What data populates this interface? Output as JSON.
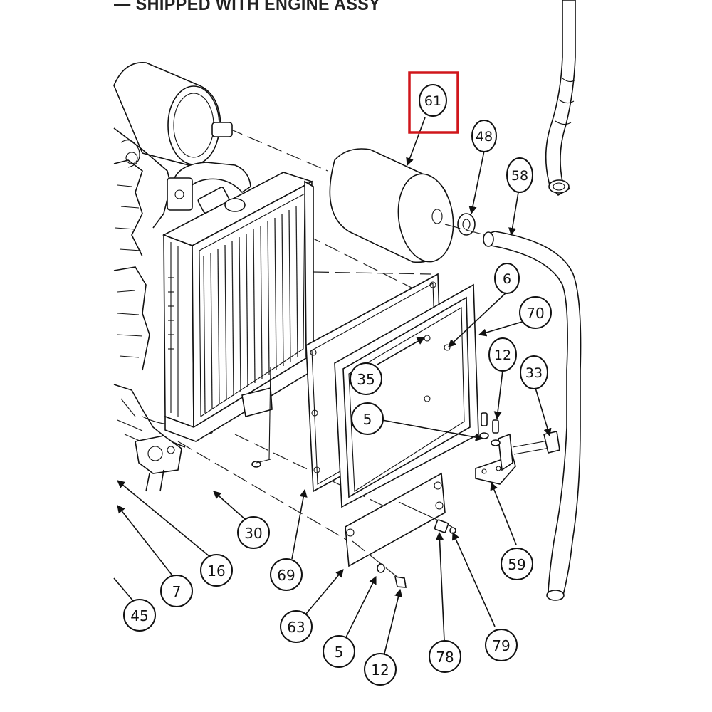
{
  "header": {
    "text": "— SHIPPED WITH ENGINE ASSY"
  },
  "highlight": {
    "color": "#d0161b",
    "part": "61"
  },
  "callouts": [
    {
      "id": "61",
      "label": "61"
    },
    {
      "id": "48",
      "label": "48"
    },
    {
      "id": "58",
      "label": "58"
    },
    {
      "id": "6",
      "label": "6"
    },
    {
      "id": "70",
      "label": "70"
    },
    {
      "id": "12a",
      "label": "12"
    },
    {
      "id": "33",
      "label": "33"
    },
    {
      "id": "35",
      "label": "35"
    },
    {
      "id": "5a",
      "label": "5"
    },
    {
      "id": "30",
      "label": "30"
    },
    {
      "id": "16",
      "label": "16"
    },
    {
      "id": "7",
      "label": "7"
    },
    {
      "id": "45",
      "label": "45"
    },
    {
      "id": "69",
      "label": "69"
    },
    {
      "id": "63",
      "label": "63"
    },
    {
      "id": "5b",
      "label": "5"
    },
    {
      "id": "12b",
      "label": "12"
    },
    {
      "id": "78",
      "label": "78"
    },
    {
      "id": "79",
      "label": "79"
    },
    {
      "id": "59",
      "label": "59"
    }
  ]
}
